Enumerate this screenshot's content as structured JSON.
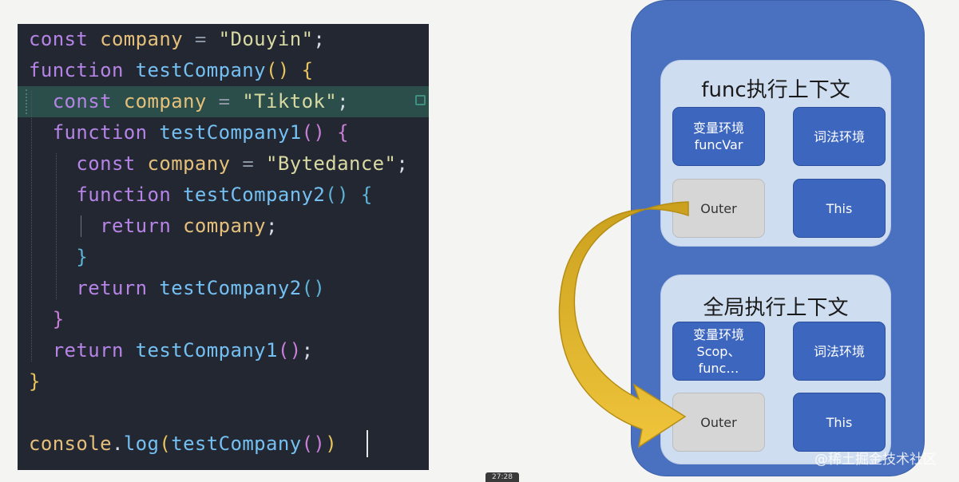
{
  "editor": {
    "lines": [
      [
        [
          "kw",
          "const"
        ],
        [
          "pn",
          " "
        ],
        [
          "id",
          "company"
        ],
        [
          "op",
          " = "
        ],
        [
          "str",
          "\"Douyin\""
        ],
        [
          "pn",
          ";"
        ]
      ],
      [
        [
          "kw",
          "function"
        ],
        [
          "pn",
          " "
        ],
        [
          "fn",
          "testCompany"
        ],
        [
          "br1",
          "()"
        ],
        [
          "pn",
          " "
        ],
        [
          "br1",
          "{"
        ]
      ],
      [
        [
          "pn",
          "  "
        ],
        [
          "kw",
          "const"
        ],
        [
          "pn",
          " "
        ],
        [
          "id",
          "company"
        ],
        [
          "op",
          " = "
        ],
        [
          "str",
          "\"Tiktok\""
        ],
        [
          "pn",
          ";"
        ]
      ],
      [
        [
          "pn",
          "  "
        ],
        [
          "kw",
          "function"
        ],
        [
          "pn",
          " "
        ],
        [
          "fn",
          "testCompany1"
        ],
        [
          "br2",
          "()"
        ],
        [
          "pn",
          " "
        ],
        [
          "br2",
          "{"
        ]
      ],
      [
        [
          "pn",
          "    "
        ],
        [
          "kw",
          "const"
        ],
        [
          "pn",
          " "
        ],
        [
          "id",
          "company"
        ],
        [
          "op",
          " = "
        ],
        [
          "str",
          "\"Bytedance\""
        ],
        [
          "pn",
          ";"
        ]
      ],
      [
        [
          "pn",
          "    "
        ],
        [
          "kw",
          "function"
        ],
        [
          "pn",
          " "
        ],
        [
          "fn",
          "testCompany2"
        ],
        [
          "br3",
          "()"
        ],
        [
          "pn",
          " "
        ],
        [
          "br3",
          "{"
        ]
      ],
      [
        [
          "pn",
          "      "
        ],
        [
          "kw",
          "return"
        ],
        [
          "pn",
          " "
        ],
        [
          "id",
          "company"
        ],
        [
          "pn",
          ";"
        ]
      ],
      [
        [
          "pn",
          "    "
        ],
        [
          "br3",
          "}"
        ]
      ],
      [
        [
          "pn",
          "    "
        ],
        [
          "kw",
          "return"
        ],
        [
          "pn",
          " "
        ],
        [
          "fn",
          "testCompany2"
        ],
        [
          "br3",
          "()"
        ]
      ],
      [
        [
          "pn",
          "  "
        ],
        [
          "br2",
          "}"
        ]
      ],
      [
        [
          "pn",
          "  "
        ],
        [
          "kw",
          "return"
        ],
        [
          "pn",
          " "
        ],
        [
          "fn",
          "testCompany1"
        ],
        [
          "br2",
          "()"
        ],
        [
          "pn",
          ";"
        ]
      ],
      [
        [
          "br1",
          "}"
        ]
      ],
      [
        [
          "pn",
          ""
        ]
      ],
      [
        [
          "id",
          "console"
        ],
        [
          "pn",
          "."
        ],
        [
          "fn",
          "log"
        ],
        [
          "br1",
          "("
        ],
        [
          "fn",
          "testCompany"
        ],
        [
          "br2",
          "()"
        ],
        [
          "br1",
          ")"
        ]
      ]
    ],
    "highlighted_line": 3
  },
  "diagram": {
    "func_context": {
      "title": "func执行上下文",
      "variable_env": [
        "变量环境",
        "funcVar"
      ],
      "lexical_env": "词法环境",
      "outer": "Outer",
      "this": "This"
    },
    "global_context": {
      "title": "全局执行上下文",
      "variable_env": [
        "变量环境",
        "Scop、",
        "func…"
      ],
      "lexical_env": "词法环境",
      "outer": "Outer",
      "this": "This"
    },
    "arrow_color": "#e8b12a",
    "stack_color": "#4a70c0"
  },
  "watermark": "@稀土掘金技术社区",
  "timestamp": "27:28"
}
